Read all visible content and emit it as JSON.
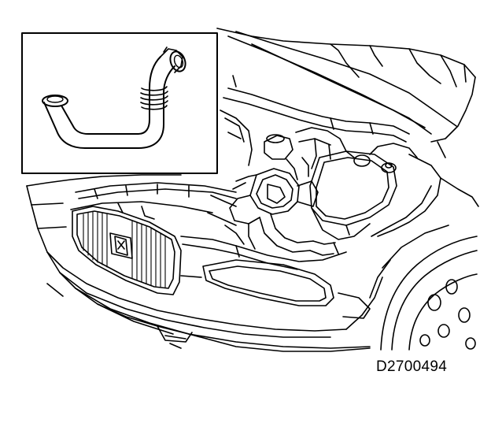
{
  "figure": {
    "code": "D2700494"
  },
  "colors": {
    "line": "#000000",
    "background": "#ffffff"
  },
  "parts": {
    "inset": "hose-detail",
    "main": "engine-bay-front-view"
  }
}
